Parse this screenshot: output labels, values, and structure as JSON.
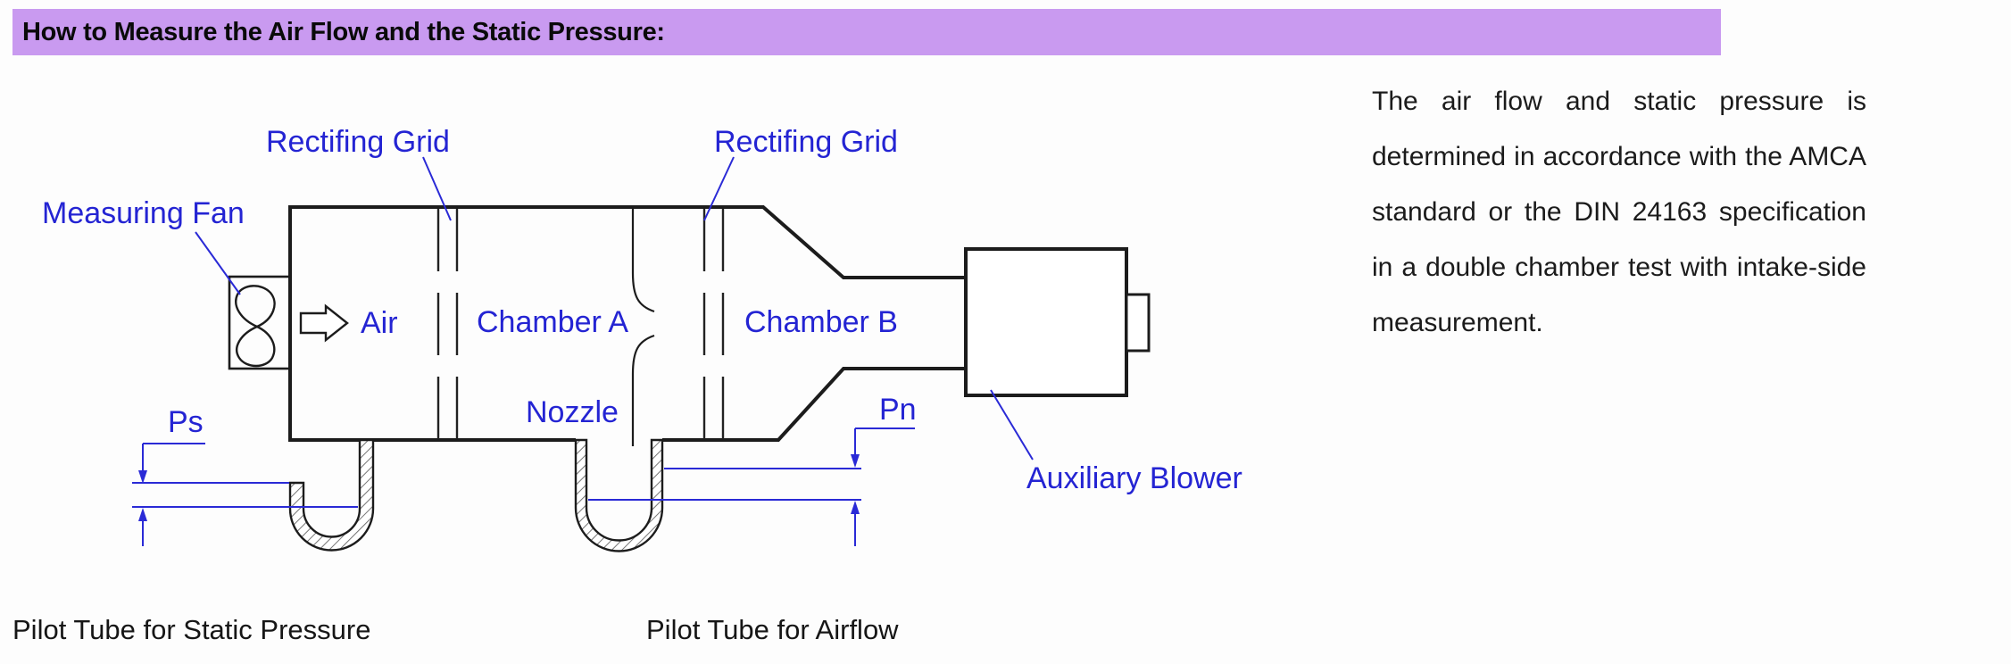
{
  "header": {
    "title": "How to Measure the Air Flow and the Static Pressure:",
    "bar_color": "#c99af0"
  },
  "description": {
    "text": "The air flow and static pressure is determined in accordance with the AMCA standard or the DIN 24163 specification in a double chamber test with intake-side measurement."
  },
  "diagram": {
    "labels": {
      "rectifying_grid_left": "Rectifing Grid",
      "rectifying_grid_right": "Rectifing Grid",
      "measuring_fan": "Measuring Fan",
      "air": "Air",
      "chamber_a": "Chamber A",
      "chamber_b": "Chamber B",
      "nozzle": "Nozzle",
      "ps": "Ps",
      "pn": "Pn",
      "auxiliary_blower": "Auxiliary Blower"
    },
    "captions": {
      "pilot_tube_static": "Pilot Tube for Static Pressure",
      "pilot_tube_airflow": "Pilot Tube for Airflow"
    },
    "colors": {
      "label_blue": "#2424d3",
      "dimension_blue": "#2a2ad6",
      "line_black": "#1c1c1c"
    }
  }
}
